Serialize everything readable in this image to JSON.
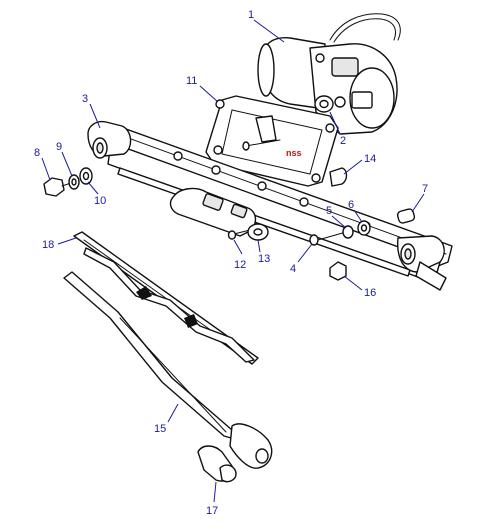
{
  "callouts": [
    {
      "id": "1",
      "label": "1"
    },
    {
      "id": "2",
      "label": "2"
    },
    {
      "id": "3",
      "label": "3"
    },
    {
      "id": "4",
      "label": "4"
    },
    {
      "id": "5",
      "label": "5"
    },
    {
      "id": "6",
      "label": "6"
    },
    {
      "id": "7",
      "label": "7"
    },
    {
      "id": "8",
      "label": "8"
    },
    {
      "id": "9",
      "label": "9"
    },
    {
      "id": "10",
      "label": "10"
    },
    {
      "id": "11",
      "label": "11"
    },
    {
      "id": "12",
      "label": "12"
    },
    {
      "id": "13",
      "label": "13"
    },
    {
      "id": "14",
      "label": "14"
    },
    {
      "id": "15",
      "label": "15"
    },
    {
      "id": "16",
      "label": "16"
    },
    {
      "id": "17",
      "label": "17"
    },
    {
      "id": "18",
      "label": "18"
    }
  ],
  "annotation": "nss",
  "colors": {
    "callout": "#1a1aa0",
    "annotation": "#cc1111",
    "line": "#111111"
  }
}
